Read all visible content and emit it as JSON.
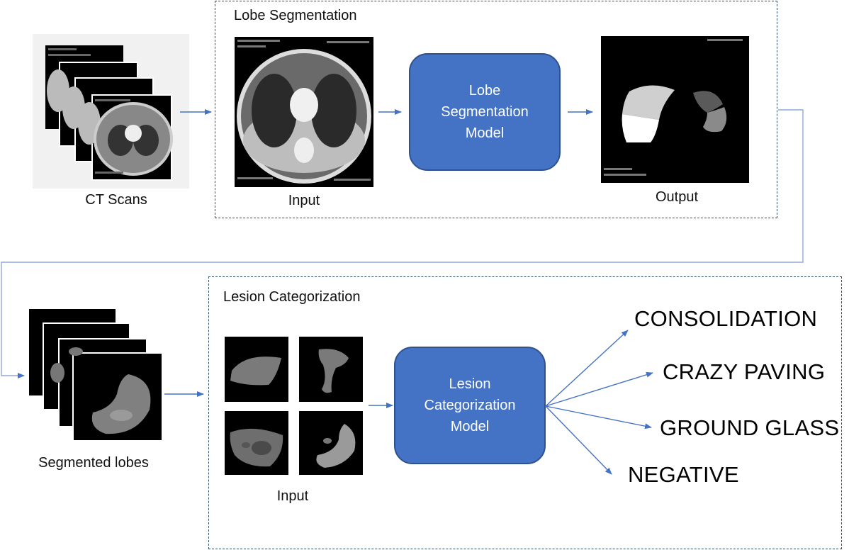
{
  "ct_scans": {
    "label": "CT Scans"
  },
  "lobe_segmentation": {
    "title": "Lobe Segmentation",
    "input_label": "Input",
    "model": {
      "line1": "Lobe",
      "line2": "Segmentation",
      "line3": "Model"
    },
    "output_label": "Output"
  },
  "segmented_lobes": {
    "label": "Segmented lobes"
  },
  "lesion_categorization": {
    "title": "Lesion Categorization",
    "input_label": "Input",
    "model": {
      "line1": "Lesion",
      "line2": "Categorization",
      "line3": "Model"
    },
    "categories": [
      "CONSOLIDATION",
      "CRAZY PAVING",
      "GROUND GLASS",
      "NEGATIVE"
    ]
  },
  "colors": {
    "model_fill": "#4472c4",
    "model_border": "#2f528f",
    "arrow": "#4472c4",
    "connector": "#8eaadb",
    "panel_border": "#2f4f6f"
  },
  "icons": {
    "ct_stack": "ct-scan-stack-image",
    "ct_input": "ct-slice-image",
    "seg_output": "lobe-mask-image",
    "lobe_stack": "segmented-lobe-stack-image",
    "lobe_tiles": "lobe-crop-images"
  }
}
